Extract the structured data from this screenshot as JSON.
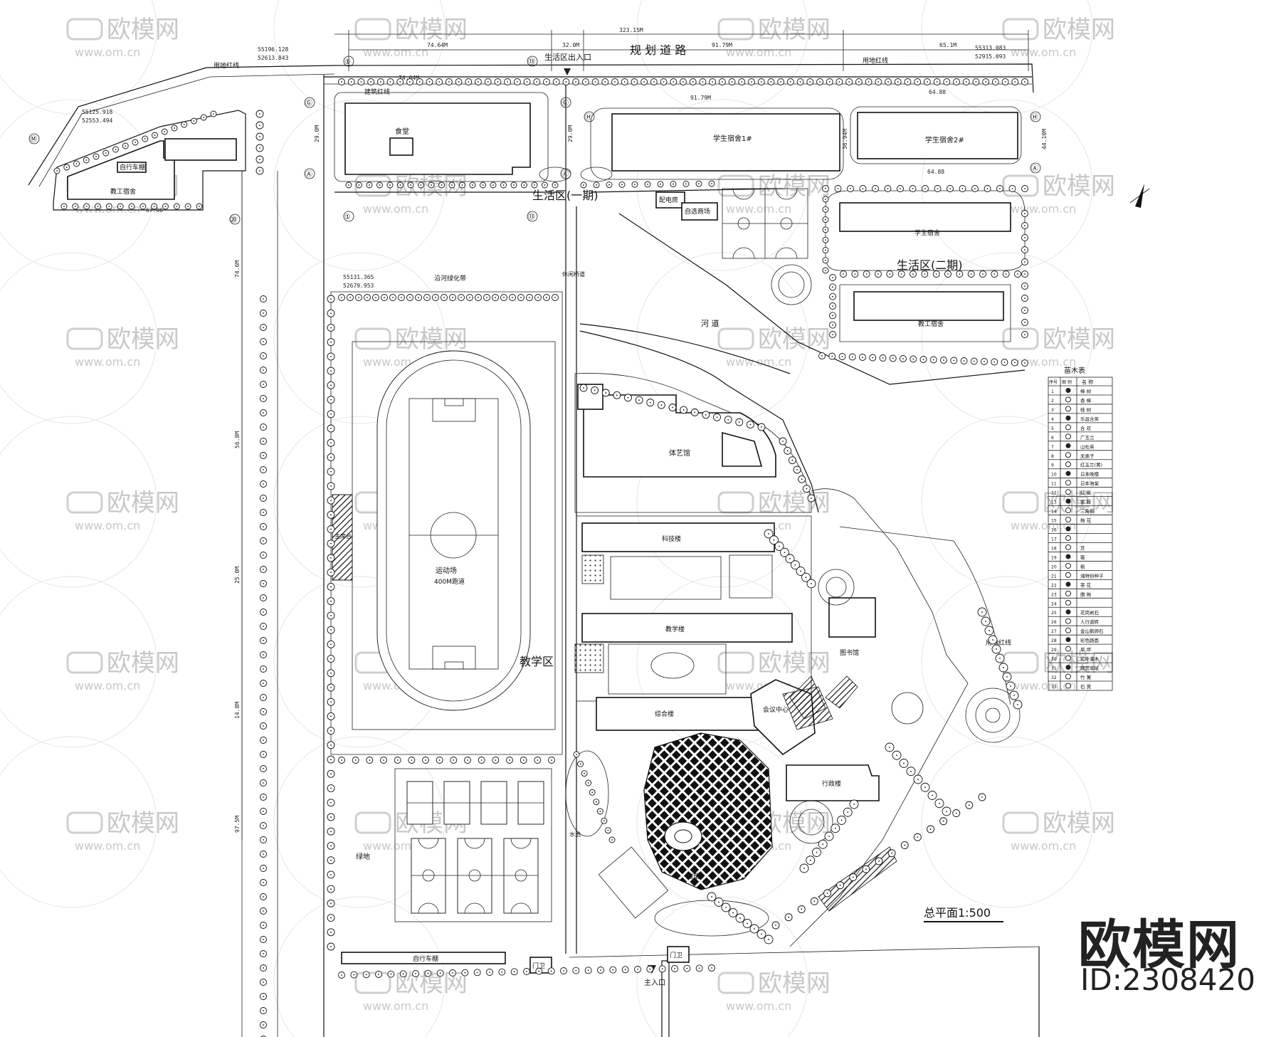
{
  "labels": {
    "planning_road": "规 划 道 路",
    "living_exit": "生活区出入口",
    "living_zone_1": "生活区(一期)",
    "living_zone_2": "生活区(二期)",
    "teaching_zone": "教学区",
    "canteen": "食堂",
    "dorm_1": "学生宿舍1#",
    "dorm_2": "学生宿舍2#",
    "student_dorm": "学生宿舍",
    "staff_dorm": "教工宿舍",
    "staff_dorm_2": "教工宿舍",
    "bike_shed_top": "自行车棚",
    "bike_shed_bottom": "自行车棚",
    "power_room": "配电房",
    "market": "自选商场",
    "river": "河 道",
    "greenbelt_river": "沿河绿化带",
    "gym": "体艺馆",
    "sci_building": "科技楼",
    "teaching_building": "教学楼",
    "complex_building": "综合楼",
    "meeting_center": "会议中心",
    "admin_building": "行政楼",
    "library": "图书馆",
    "sports_field": "运动场",
    "track": "400M跑道",
    "green_space": "绿地",
    "main_entrance": "主入口",
    "guard_left": "门卫",
    "guard_right": "门卫",
    "land_red_line_top": "用地红线",
    "land_red_line_right": "用地红线",
    "land_red_line_mid": "用地红线",
    "build_red_line": "建筑红线",
    "plan_title": "总平面1:500",
    "sculpture": "雕塑",
    "pond": "水池",
    "stage": "主席台",
    "bridge": "休闲桥道"
  },
  "coords": [
    {
      "id": "c1",
      "a": "55196.128",
      "b": "52613.843"
    },
    {
      "id": "c2",
      "a": "55125.918",
      "b": "52553.494"
    },
    {
      "id": "c3",
      "a": "55313.083",
      "b": "52915.093"
    },
    {
      "id": "c4",
      "a": "55131.365",
      "b": "52679.953"
    }
  ],
  "dims": {
    "total": "323.15M",
    "d1": "74.64M",
    "d2": "32.0M",
    "d3": "91.79M",
    "d4": "65.1M",
    "d5": "74.64M",
    "d6": "91.79M",
    "d7": "64.88",
    "d8": "29.0M",
    "d9": "29.0M",
    "d10": "36.94M",
    "d11": "44.10M",
    "d12": "74.6M",
    "d13": "56.8M",
    "d14": "25.0M",
    "d15": "14.8M",
    "d16": "97.5M",
    "d17": "67.00",
    "d18": "64.88"
  },
  "axis_labels": [
    "①",
    "⑬",
    "Ⓖ",
    "Ⓗ",
    "Ⓐ",
    "Ⓜ",
    "⑳"
  ],
  "legend": {
    "title": "苗木表",
    "col_no": "序号",
    "col_icon": "图 例",
    "col_name": "名 称",
    "rows": [
      "樟 树",
      "香 樟",
      "桂 树",
      "乐昌含笑",
      "合 欢",
      "广玉兰",
      "山杜英",
      "无患子",
      "红玉兰(黄)",
      "日本晚樱",
      "日本海棠",
      "红 枫",
      "紫 薇",
      "三角枫",
      "梅 花",
      "",
      "",
      "苏",
      "薇",
      "枫",
      "湘特别种子",
      "茶 花",
      "腊 梅",
      "",
      "花岗岩石",
      "人行道砖",
      "金山鹅卵石",
      "彩色路面",
      "草 坪",
      "彩叶灌木",
      "观赏草坛",
      "竹 篱",
      "石 凳"
    ]
  },
  "watermark": {
    "text": "欧模网",
    "url": "www.om.cn",
    "url_short": "om.cn"
  },
  "brand": {
    "name": "欧模网",
    "id": "ID:2308420"
  }
}
